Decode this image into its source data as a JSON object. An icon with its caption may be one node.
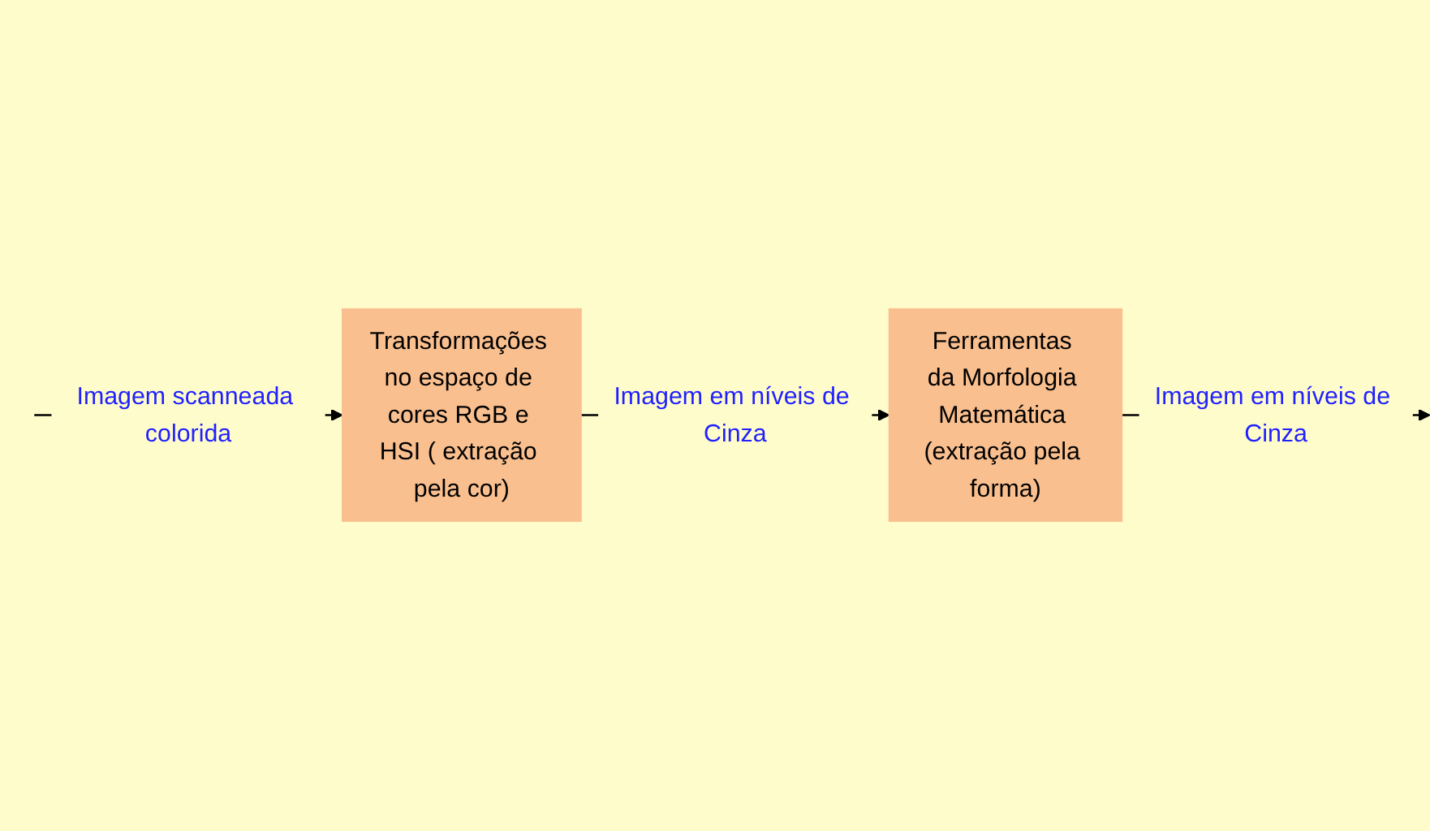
{
  "diagram": {
    "nodes": [
      {
        "text": [
          "Transformações no espaço de cores RGB e HSI ( extração pela cor)"
        ]
      },
      {
        "text": [
          "Ferramentas da Morfologia Matemática (extração pela forma)"
        ]
      }
    ],
    "edges": [
      {
        "from": null,
        "to": 0,
        "arrow": "to",
        "label": "Imagem scanneada colorida"
      },
      {
        "from": 0,
        "to": 1,
        "arrow": "to",
        "label": "Imagem em níveis de Cinza"
      },
      {
        "from": 1,
        "to": null,
        "arrow": "to",
        "label": "Imagem em níveis de Cinza"
      }
    ]
  }
}
